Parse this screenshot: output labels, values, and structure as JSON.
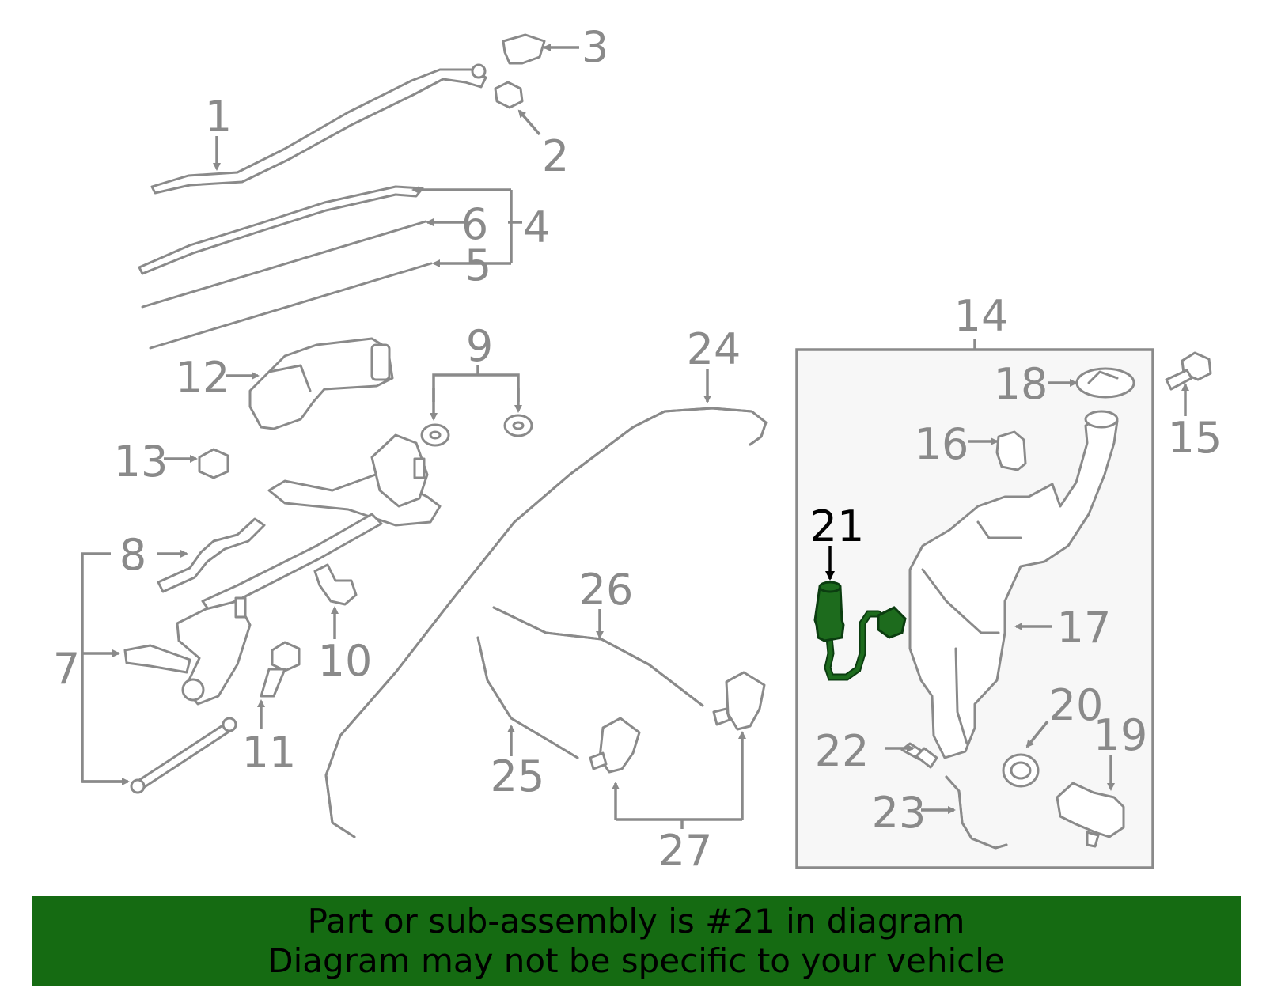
{
  "callouts": {
    "c1": "1",
    "c2": "2",
    "c3": "3",
    "c4": "4",
    "c5": "5",
    "c6": "6",
    "c7": "7",
    "c8": "8",
    "c9": "9",
    "c10": "10",
    "c11": "11",
    "c12": "12",
    "c13": "13",
    "c14": "14",
    "c15": "15",
    "c16": "16",
    "c17": "17",
    "c18": "18",
    "c19": "19",
    "c20": "20",
    "c21": "21",
    "c22": "22",
    "c23": "23",
    "c24": "24",
    "c25": "25",
    "c26": "26",
    "c27": "27"
  },
  "highlighted_part": "21",
  "colors": {
    "highlight": "#1d6b1d",
    "banner": "#156b12",
    "line": "#8a8a8a"
  },
  "banner": {
    "line1": "Part or sub-assembly is #21 in diagram",
    "line2": "Diagram may not be specific to your vehicle"
  }
}
